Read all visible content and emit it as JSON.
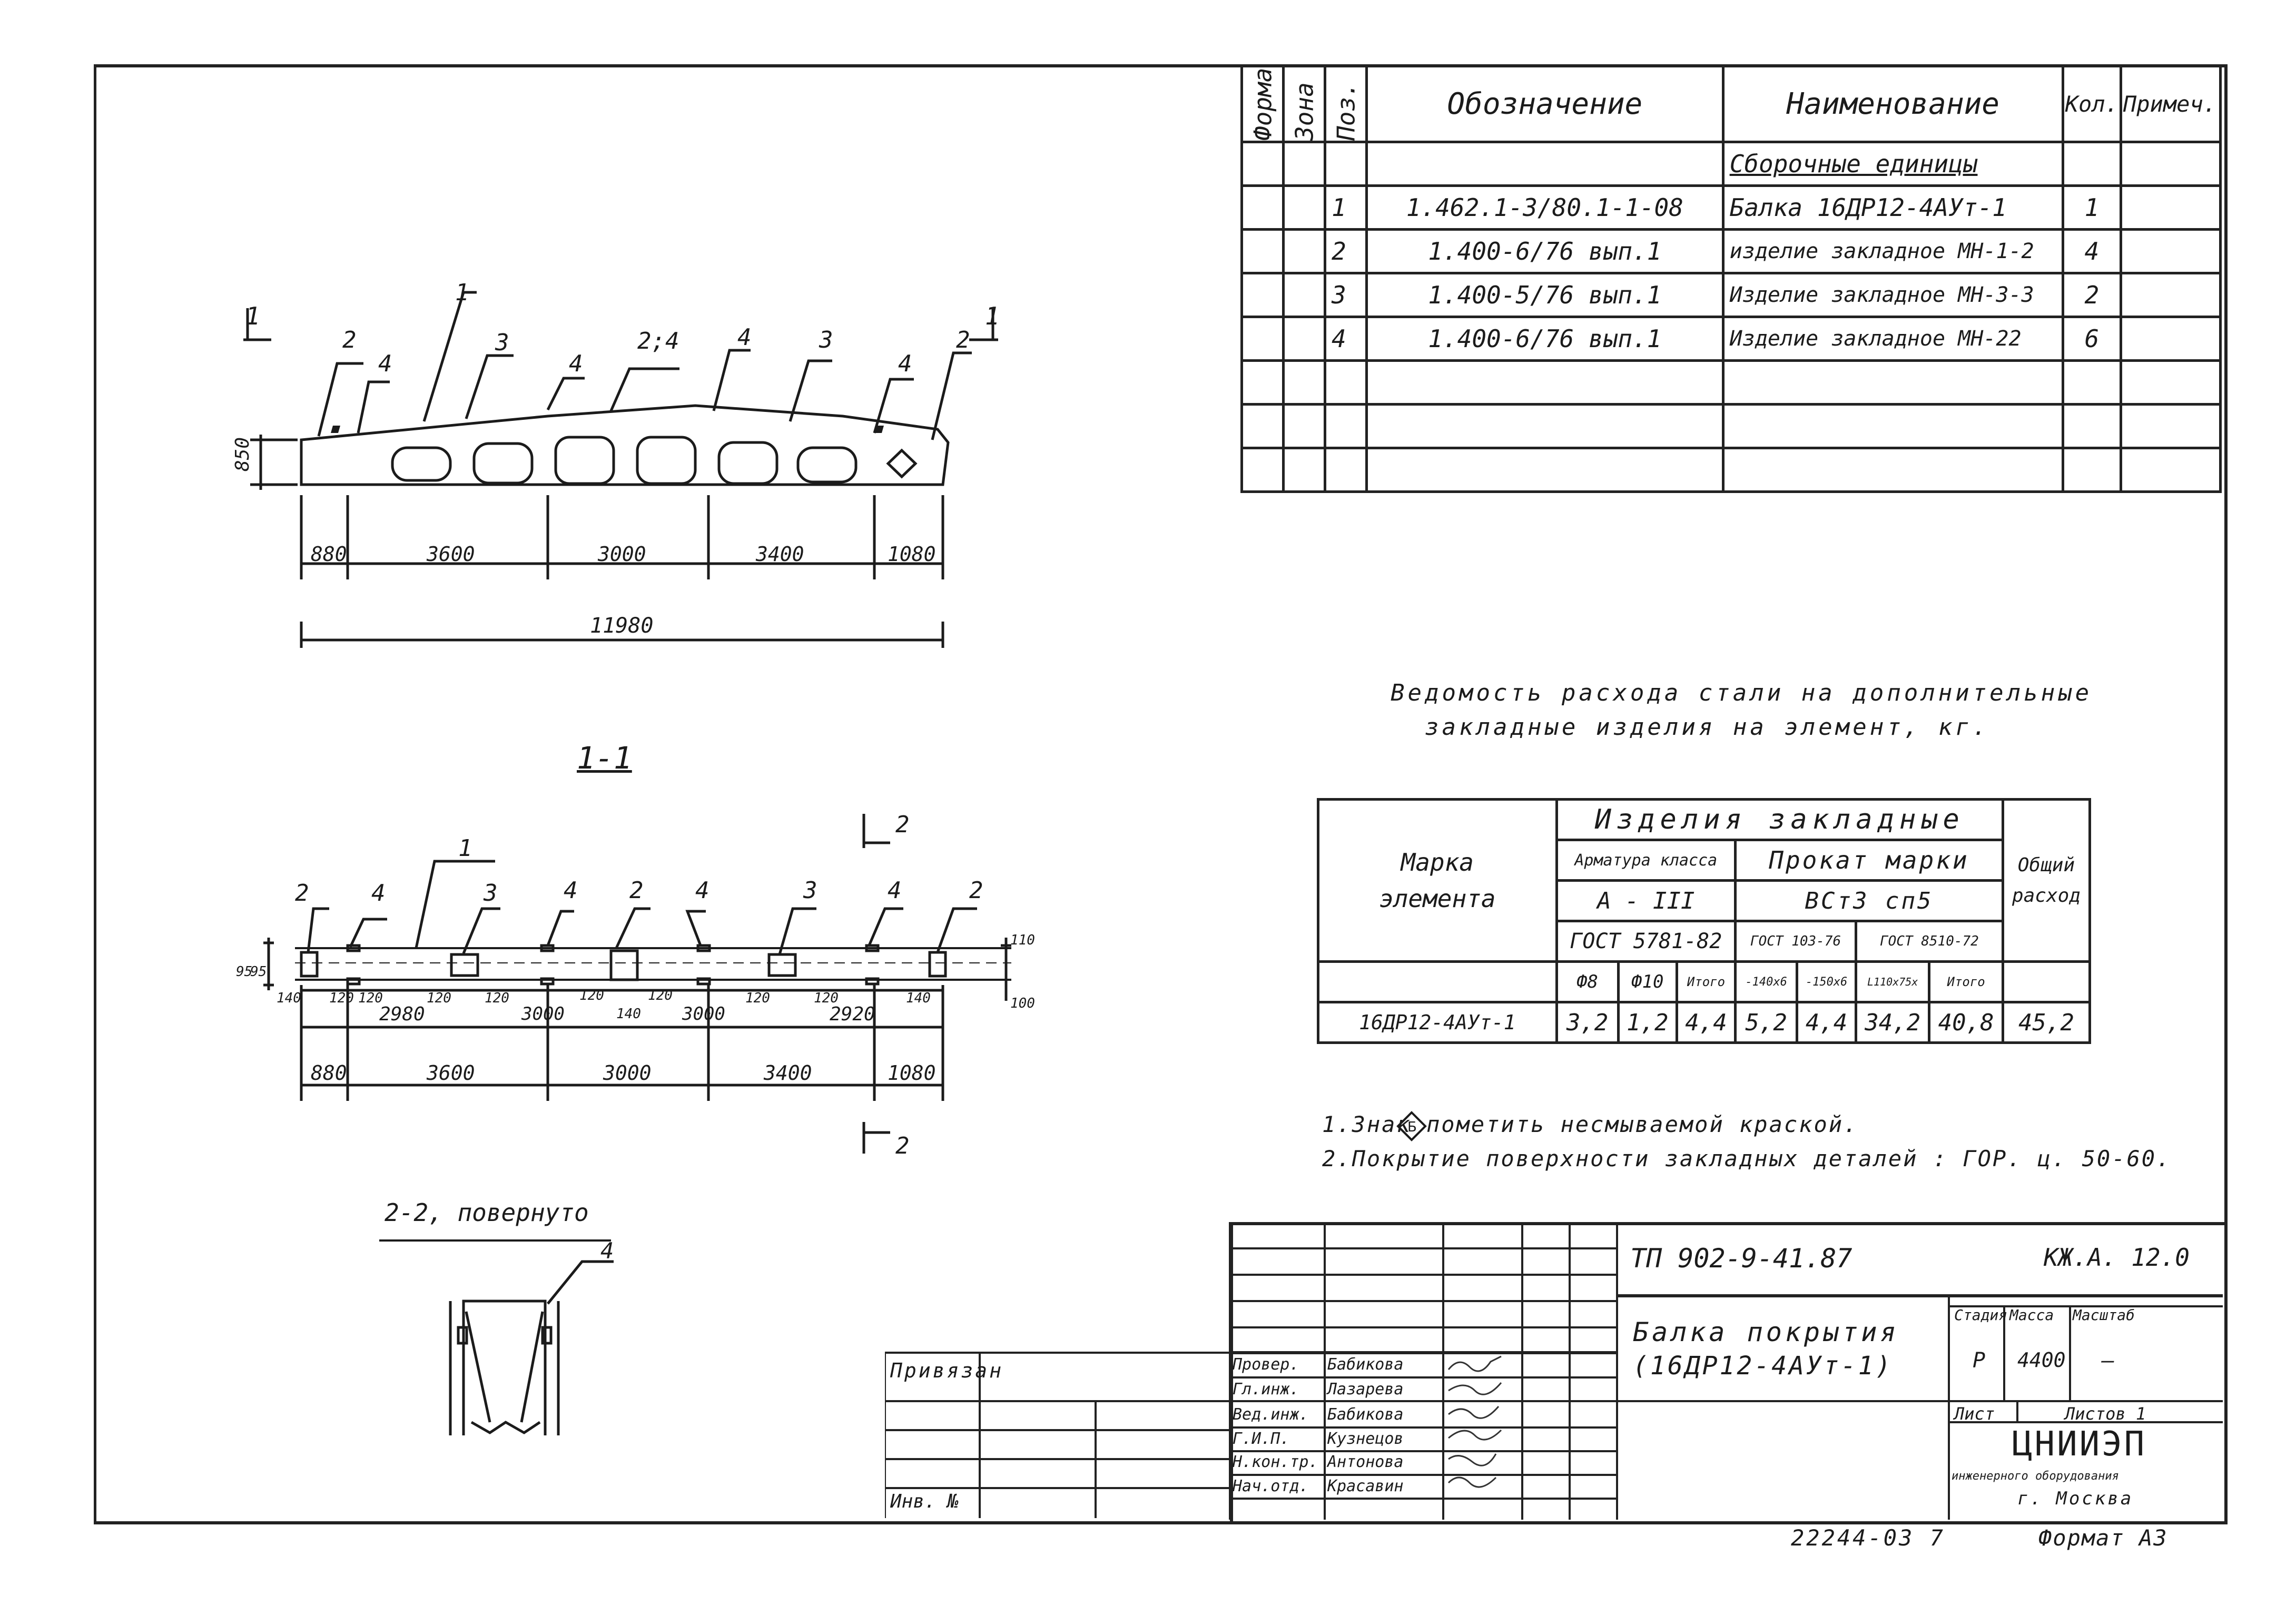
{
  "spec": {
    "headers": {
      "format": "Формат",
      "zone": "Зона",
      "pos": "Поз.",
      "designation": "Обозначение",
      "name": "Наименование",
      "qty": "Кол.",
      "note": "Примеч."
    },
    "section_title": "Сборочные единицы",
    "rows": [
      {
        "pos": "1",
        "designation": "1.462.1-3/80.1-1-08",
        "name": "Балка 16ДР12-4АУт-1",
        "qty": "1"
      },
      {
        "pos": "2",
        "designation": "1.400-6/76 вып.1",
        "name": "изделие закладное МН-1-2",
        "qty": "4"
      },
      {
        "pos": "3",
        "designation": "1.400-5/76 вып.1",
        "name": "Изделие закладное МН-3-3",
        "qty": "2"
      },
      {
        "pos": "4",
        "designation": "1.400-6/76 вып.1",
        "name": "Изделие закладное МН-22",
        "qty": "6"
      }
    ]
  },
  "elevation": {
    "section_mark": "1",
    "labels": [
      "2",
      "4",
      "1",
      "3",
      "4",
      "2;4",
      "4",
      "3",
      "4",
      "2"
    ],
    "height": "850",
    "dims": [
      "880",
      "3600",
      "3000",
      "3400",
      "1080"
    ],
    "total": "11980"
  },
  "plan": {
    "title": "1-1",
    "section_mark": "2",
    "labels": [
      "2",
      "4",
      "1",
      "3",
      "4",
      "2",
      "4",
      "3",
      "4",
      "2"
    ],
    "dims_small": [
      "140",
      "120",
      "120",
      "120",
      "120",
      "140",
      "120",
      "120",
      "120",
      "120",
      "140"
    ],
    "dims_mid": [
      "2980",
      "3000",
      "3000",
      "2920"
    ],
    "dims": [
      "880",
      "3600",
      "3000",
      "3400",
      "1080"
    ],
    "side_dims": [
      "95",
      "95",
      "110",
      "100"
    ]
  },
  "detail": {
    "title": "2-2, повернуто",
    "label": "4"
  },
  "steel": {
    "title_line1": "Ведомость расхода стали на дополнительные",
    "title_line2": "закладные изделия на элемент, кг.",
    "mark_header_1": "Марка",
    "mark_header_2": "элемента",
    "group": "Изделия закладные",
    "sub_armature": "Арматура класса",
    "sub_rolled": "Прокат марки",
    "class": "А - III",
    "steel_grade": "ВСт3 сп5",
    "gost1": "ГОСТ 5781-82",
    "gost2": "ГОСТ 103-76",
    "gost3": "ГОСТ 8510-72",
    "total_header_1": "Общий",
    "total_header_2": "расход",
    "cols": [
      "Ф8",
      "Ф10",
      "Итого",
      "-140x6",
      "-150x6",
      "L110x75x",
      "Итого"
    ],
    "row": {
      "mark": "16ДР12-4АУт-1",
      "values": [
        "3,2",
        "1,2",
        "4,4",
        "5,2",
        "4,4",
        "34,2",
        "40,8"
      ],
      "total": "45,2"
    }
  },
  "notes": [
    "1.Знак    пометить несмываемой краской.",
    "2.Покрытие поверхности закладных деталей : ГОР. ц. 50-60."
  ],
  "title_block": {
    "project": "ТП 902-9-41.87",
    "sheet_code": "КЖ.А. 12.0",
    "title_line1": "Балка покрытия",
    "title_line2": "(16ДР12-4АУт-1)",
    "stage_header": "Стадия",
    "mass_header": "Масса",
    "scale_header": "Масштаб",
    "stage": "Р",
    "mass": "4400",
    "scale": "—",
    "sheet_label": "Лист",
    "sheets_label": "Листов 1",
    "org": "ЦНИИЭП",
    "org_sub": "инженерного оборудования",
    "city": "г. Москва",
    "attached": "Привязан",
    "inv": "Инв. №",
    "staff": [
      {
        "role": "Провер.",
        "name": "Бабикова"
      },
      {
        "role": "Гл.инж.",
        "name": "Лазарева"
      },
      {
        "role": "Вед.инж.",
        "name": "Бабикова"
      },
      {
        "role": "Г.И.П.",
        "name": "Кузнецов"
      },
      {
        "role": "Н.кон.тр.",
        "name": "Антонова"
      },
      {
        "role": "Нач.отд.",
        "name": "Красавин"
      }
    ]
  },
  "footer": {
    "number": "22244-03  7",
    "format": "Формат А3"
  }
}
